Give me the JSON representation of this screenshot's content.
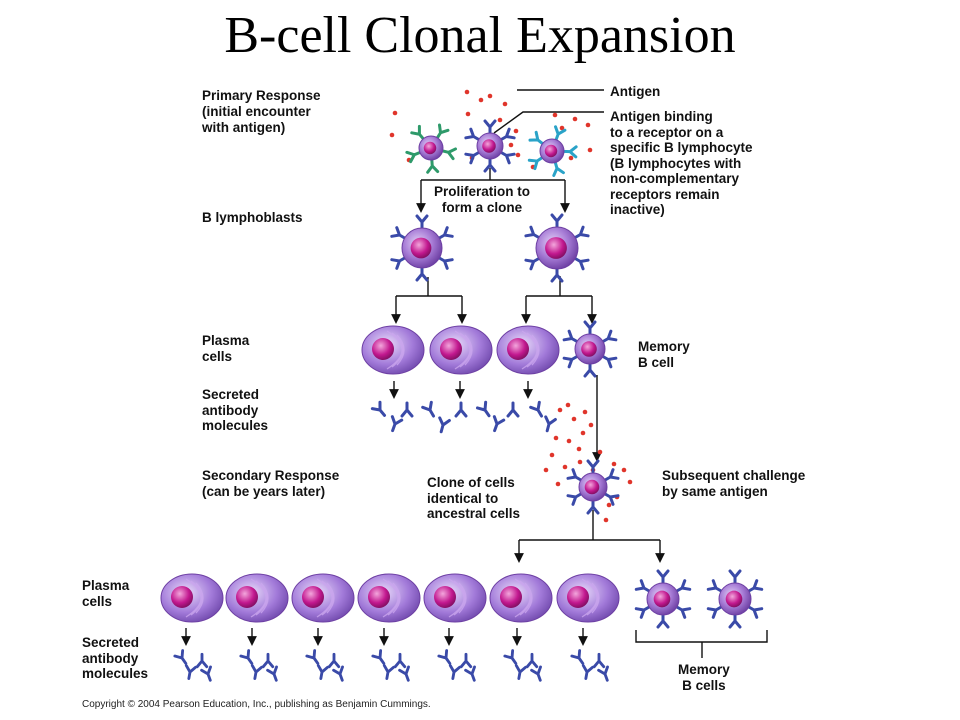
{
  "title": "B-cell Clonal Expansion",
  "labels": {
    "primary_response": "Primary Response",
    "primary_response_sub": "(initial encounter\nwith antigen)",
    "antigen": "Antigen",
    "antigen_binding": "Antigen binding\nto a receptor on a\nspecific B lymphocyte\n(B lymphocytes with\nnon-complementary\nreceptors remain\ninactive)",
    "proliferation": "Proliferation to\nform a clone",
    "b_lymphoblasts": "B lymphoblasts",
    "plasma_cells_1": "Plasma\ncells",
    "memory_b_cell": "Memory\nB cell",
    "secreted_1": "Secreted\nantibody\nmolecules",
    "secondary_response": "Secondary Response",
    "secondary_response_sub": "(can be years later)",
    "clone_of_cells": "Clone of cells\nidentical to\nancestral cells",
    "subsequent_challenge": "Subsequent challenge\nby same antigen",
    "plasma_cells_2": "Plasma\ncells",
    "secreted_2": "Secreted\nantibody\nmolecules",
    "memory_b_cells": "Memory\nB cells"
  },
  "copyright": "Copyright © 2004 Pearson Education, Inc., publishing as Benjamin Cummings.",
  "colors": {
    "cell_body": "#a77cd6",
    "cell_edge": "#6d3fa3",
    "nucleus": "#c2188f",
    "antibody_blue": "#3a4aa8",
    "receptor_teal": "#2aa3c8",
    "receptor_green": "#2e9a6a",
    "antigen_dot": "#e0352b",
    "line": "#111111"
  },
  "icons": [
    "b-lymphocyte-icon",
    "plasma-cell-icon",
    "antibody-icon",
    "antigen-dot-icon",
    "arrow-icon"
  ]
}
